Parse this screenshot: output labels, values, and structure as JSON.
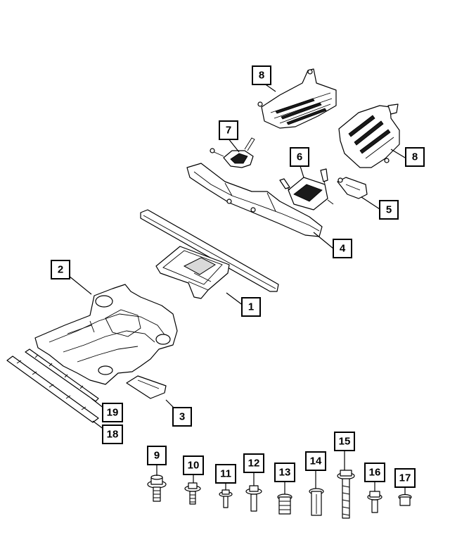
{
  "callouts": {
    "c1": "1",
    "c2": "2",
    "c3": "3",
    "c4": "4",
    "c5": "5",
    "c6": "6",
    "c7": "7",
    "c8a": "8",
    "c8b": "8",
    "c9": "9",
    "c10": "10",
    "c11": "11",
    "c12": "12",
    "c13": "13",
    "c14": "14",
    "c15": "15",
    "c16": "16",
    "c17": "17",
    "c18": "18",
    "c19": "19"
  }
}
